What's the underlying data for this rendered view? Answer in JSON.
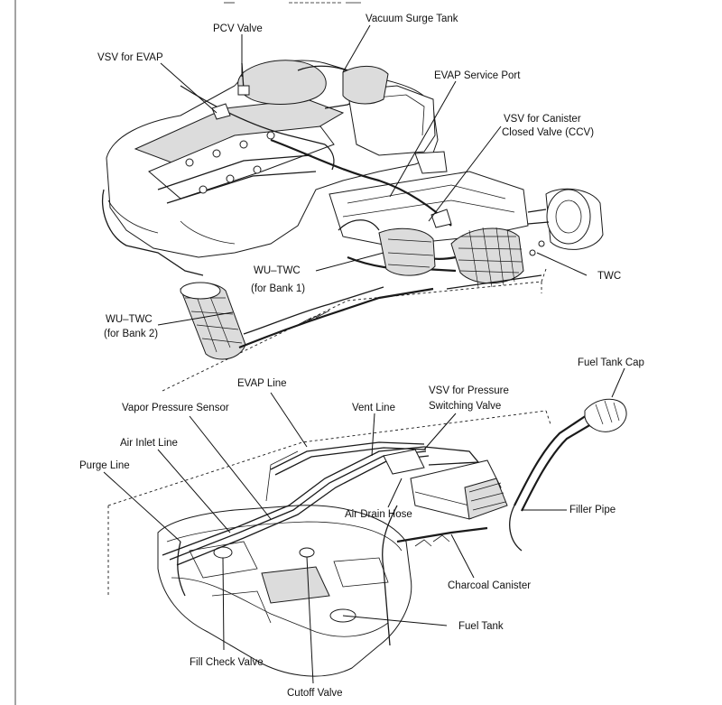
{
  "labels": {
    "pcv_valve": "PCV Valve",
    "vacuum_surge_tank": "Vacuum Surge Tank",
    "vsv_for_evap": "VSV for EVAP",
    "evap_service_port": "EVAP Service Port",
    "vsv_ccv_line1": "VSV for Canister",
    "vsv_ccv_line2": "Closed Valve (CCV)",
    "wu_twc_bank1_line1": "WU–TWC",
    "wu_twc_bank1_line2": "(for Bank 1)",
    "twc": "TWC",
    "wu_twc_bank2_line1": "WU–TWC",
    "wu_twc_bank2_line2": "(for Bank 2)",
    "fuel_tank_cap": "Fuel Tank Cap",
    "evap_line": "EVAP Line",
    "vsv_pressure_line1": "VSV for Pressure",
    "vsv_pressure_line2": "Switching Valve",
    "vapor_pressure_sensor": "Vapor Pressure Sensor",
    "vent_line": "Vent Line",
    "air_inlet_line": "Air Inlet Line",
    "purge_line": "Purge Line",
    "filler_pipe": "Filler Pipe",
    "air_drain_hose": "Air Drain Hose",
    "charcoal_canister": "Charcoal Canister",
    "fuel_tank": "Fuel Tank",
    "fill_check_valve": "Fill Check Valve",
    "cutoff_valve": "Cutoff Valve"
  }
}
